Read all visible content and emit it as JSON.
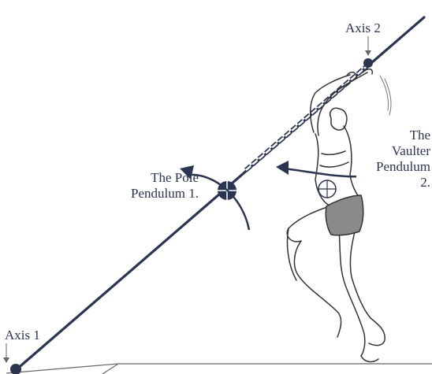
{
  "labels": {
    "axis1": "Axis 1",
    "axis2": "Axis 2",
    "pole_pendulum": [
      "The Pole",
      "Pendulum 1."
    ],
    "vaulter_pendulum": [
      "The",
      "Vaulter",
      "Pendulum",
      "2."
    ]
  },
  "icons": [
    "pivot-dot-icon",
    "center-of-mass-crosshair-icon",
    "rotation-arrow-icon"
  ],
  "colors": {
    "pole": "#2b3550",
    "label_text": "#2b3550",
    "figure_outline": "#333333",
    "shorts": "#8a8a8a"
  }
}
